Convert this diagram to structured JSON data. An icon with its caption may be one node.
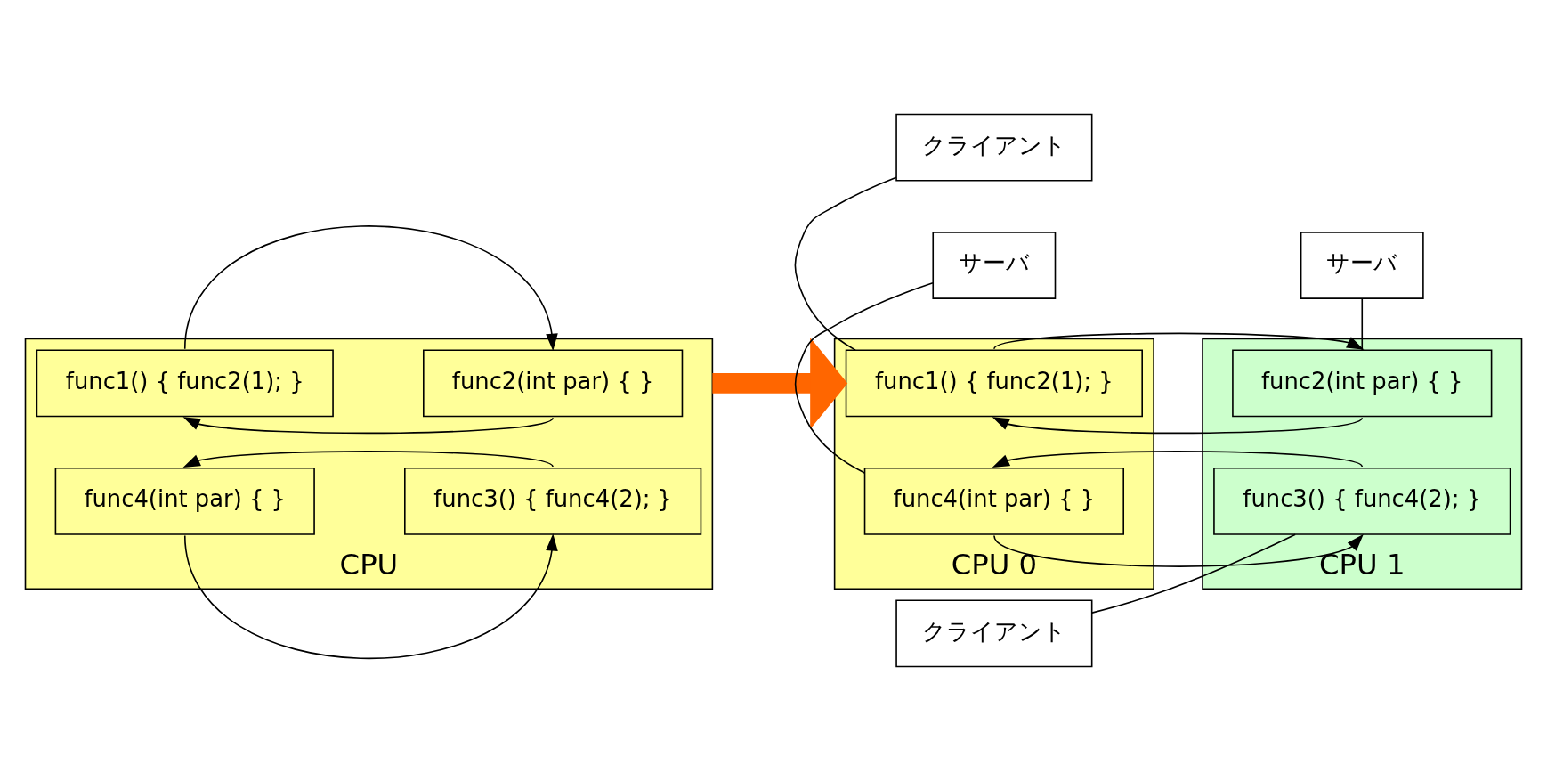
{
  "diagram": {
    "nodes": [
      {
        "text": [
          "CPU"
        ]
      },
      {
        "text": [
          "func1() { func2(1); }"
        ],
        "in": 0
      },
      {
        "text": [
          "func2(int par) { }"
        ],
        "in": 0
      },
      {
        "text": [
          "func4(int par) { }"
        ],
        "in": 0
      },
      {
        "text": [
          "func3() { func4(2); }"
        ],
        "in": 0
      },
      {
        "text": [
          "CPU 0"
        ]
      },
      {
        "text": [
          "func1() { func2(1); }"
        ],
        "in": 5
      },
      {
        "text": [
          "func4(int par) { }"
        ],
        "in": 5
      },
      {
        "text": [
          "CPU 1"
        ]
      },
      {
        "text": [
          "func2(int par) { }"
        ],
        "in": 8
      },
      {
        "text": [
          "func3() { func4(2); }"
        ],
        "in": 8
      },
      {
        "text": [
          "クライアント"
        ]
      },
      {
        "text": [
          "サーバ"
        ]
      },
      {
        "text": [
          "クライアント"
        ]
      },
      {
        "text": [
          "サーバ"
        ]
      }
    ],
    "edges": [
      {
        "from": 1,
        "to": 2,
        "arrow": "to"
      },
      {
        "from": 2,
        "to": 1,
        "arrow": "to"
      },
      {
        "from": 4,
        "to": 3,
        "arrow": "to"
      },
      {
        "from": 3,
        "to": 4,
        "arrow": "to"
      },
      {
        "from": 0,
        "to": 5,
        "arrow": "to",
        "style": "thick",
        "color": "#ff6600"
      },
      {
        "from": 6,
        "to": 9,
        "arrow": "to"
      },
      {
        "from": 9,
        "to": 6,
        "arrow": "to"
      },
      {
        "from": 10,
        "to": 7,
        "arrow": "to"
      },
      {
        "from": 7,
        "to": 10,
        "arrow": "to"
      },
      {
        "from": 11,
        "to": 6,
        "arrow": "none"
      },
      {
        "from": 12,
        "to": 9,
        "arrow": "none"
      },
      {
        "from": 13,
        "to": 10,
        "arrow": "none"
      },
      {
        "from": 14,
        "to": 7,
        "arrow": "none"
      }
    ]
  }
}
